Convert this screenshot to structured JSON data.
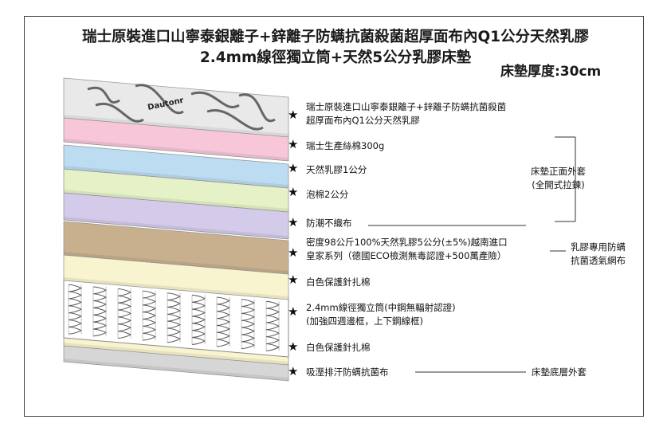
{
  "title_line1": "瑞士原裝進口山寧泰銀離子+鋅離子防螨抗菌殺菌超厚面布內Q1公分天然乳膠",
  "title_line2": "2.4mm線徑獨立筒+天然5公分乳膠床墊",
  "thickness_label": "床墊厚度:30cm",
  "star_glyph": "★",
  "layers": [
    {
      "name": "top-fabric",
      "color": "#e9e9e9",
      "lines": [
        "瑞士原裝進口山寧泰銀離子+鋅離子防螨抗菌殺菌",
        "超厚面布內Q1公分天然乳膠"
      ]
    },
    {
      "name": "cotton",
      "color": "#f7c6d9",
      "lines": [
        "瑞士生產絲棉300g"
      ]
    },
    {
      "name": "latex-1cm",
      "color": "#bcdcf2",
      "lines": [
        "天然乳膠1公分"
      ]
    },
    {
      "name": "foam-2cm",
      "color": "#e5f1c6",
      "lines": [
        "泡棉2公分"
      ]
    },
    {
      "name": "nonwoven",
      "color": "#d4cbea",
      "lines": [
        "防潮不織布"
      ]
    },
    {
      "name": "latex-5cm",
      "color": "#c8b08e",
      "lines": [
        "密度98公斤100%天然乳膠5公分(±5%)越南進口",
        "皇家系列（德國ECO檢測無毒認證+500萬產險）"
      ]
    },
    {
      "name": "protect-top",
      "color": "#f8f4cf",
      "lines": [
        "白色保護針扎棉"
      ]
    },
    {
      "name": "springs",
      "color": "#ffffff",
      "lines": [
        "2.4mm線徑獨立筒(中鋼無輻射認證)",
        "(加強四週邊框，上下鋼線框)"
      ]
    },
    {
      "name": "protect-bottom",
      "color": "#f8f4cf",
      "lines": [
        "白色保護針扎棉"
      ]
    },
    {
      "name": "bottom-fabric",
      "color": "#d6d6d6",
      "lines": [
        "吸溼排汗防螨抗菌布"
      ]
    }
  ],
  "side_labels": {
    "top_cover": [
      "床墊正面外套",
      "(全開式拉鍊)"
    ],
    "latex_net": [
      "乳膠專用防螨",
      "抗菌透氣網布"
    ],
    "bottom_cover": [
      "床墊底層外套"
    ]
  },
  "brand_text": "Dautonr"
}
